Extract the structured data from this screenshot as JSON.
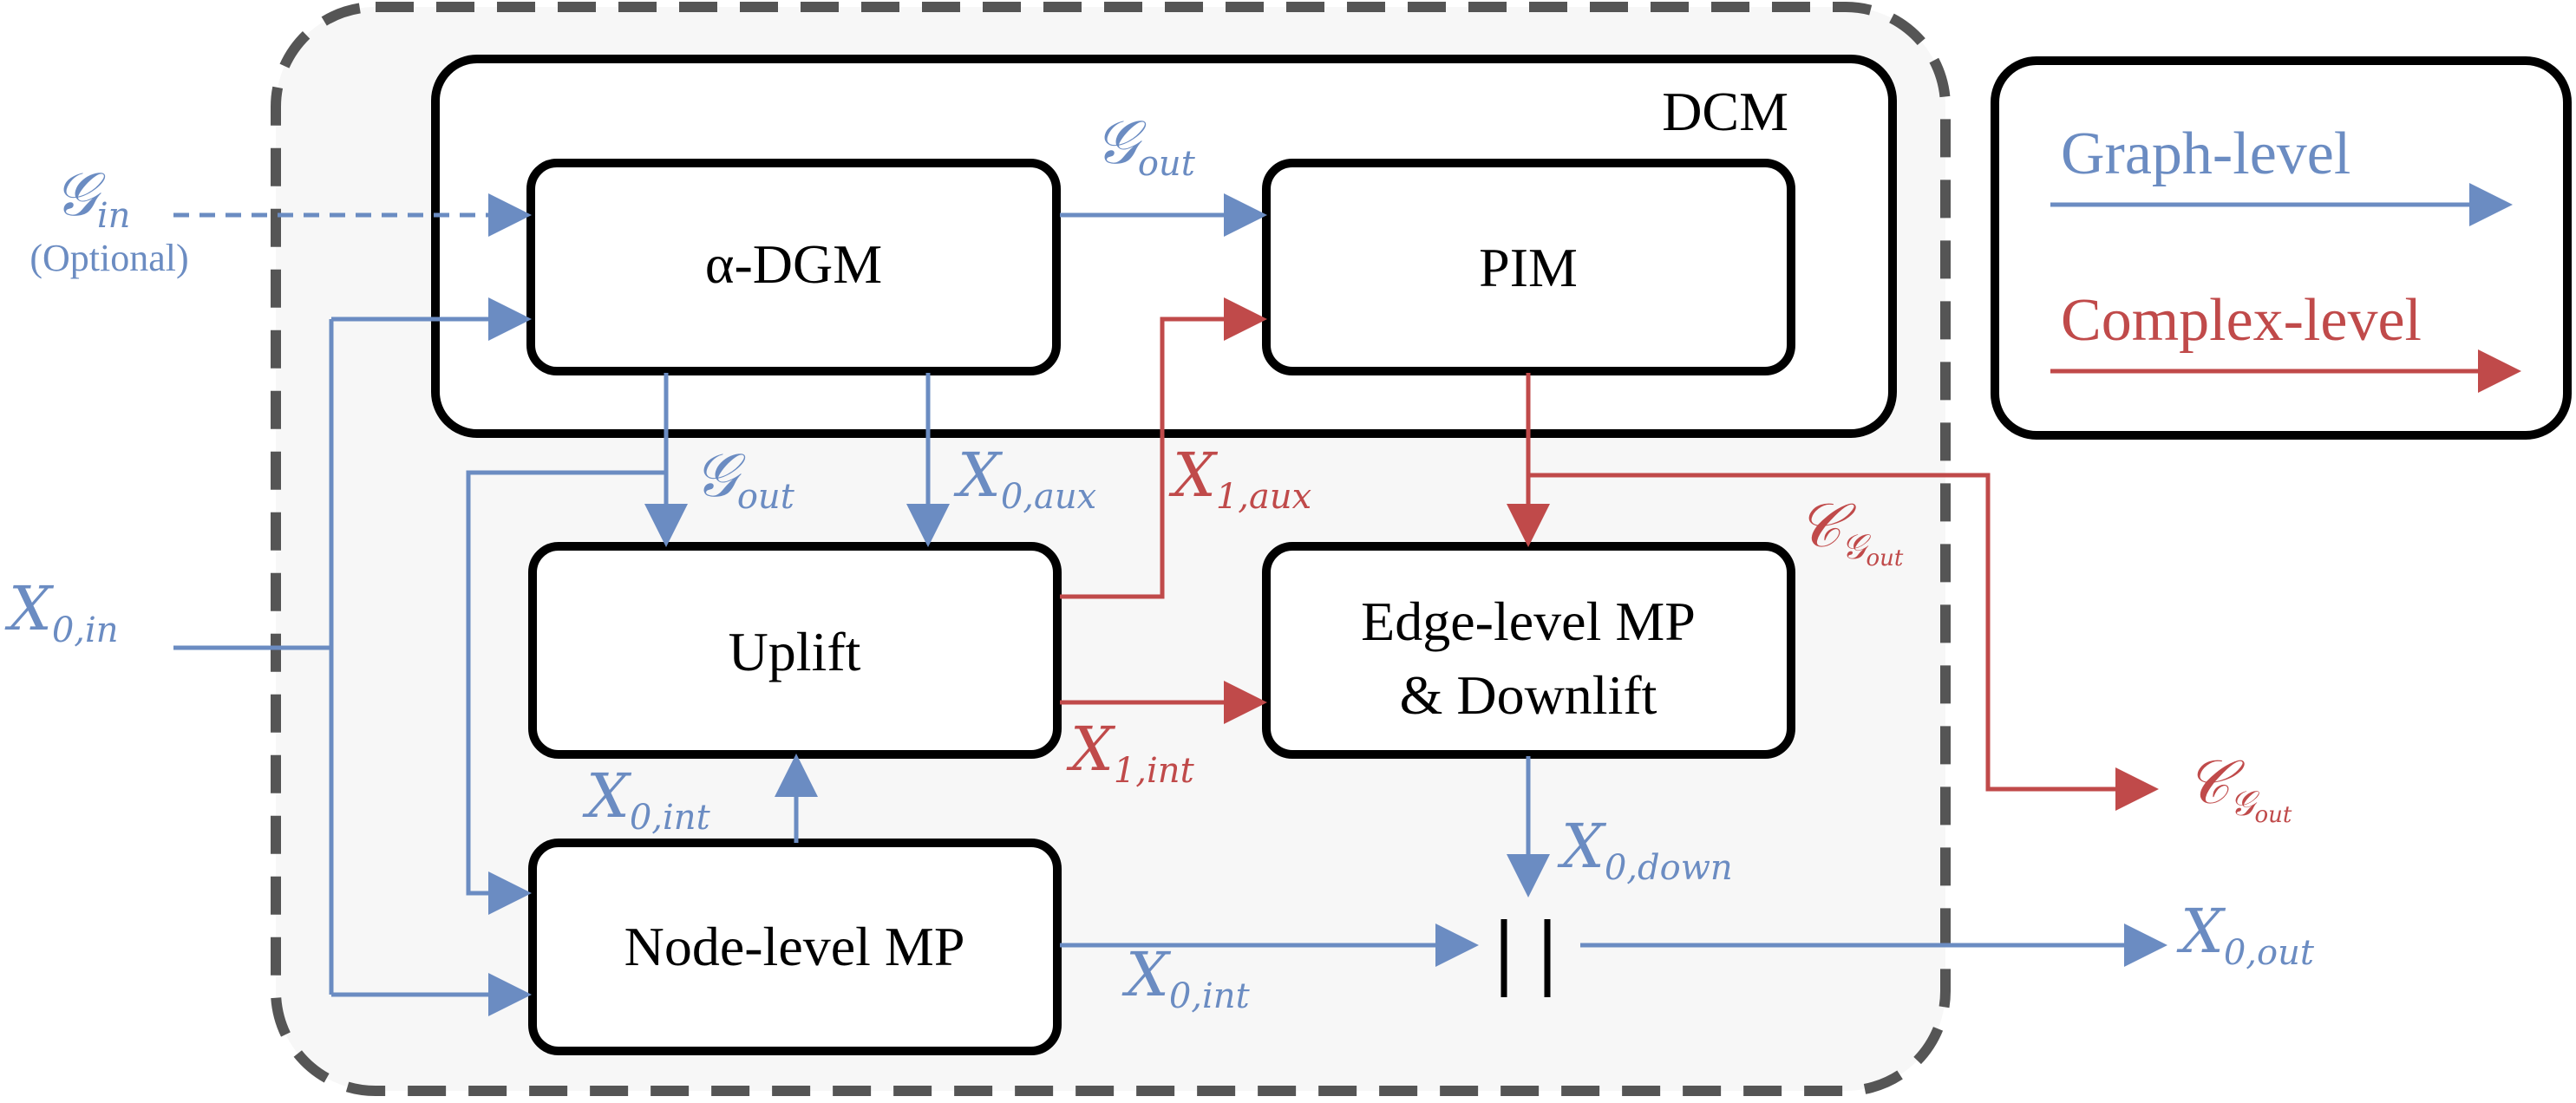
{
  "colors": {
    "graph_level": "#6b8cc2",
    "complex_level": "#c04a4a",
    "outer_fill": "#f7f7f7",
    "outer_stroke": "#555555"
  },
  "container": {
    "title": "DCM"
  },
  "blocks": {
    "dgm": "α-DGM",
    "pim": "PIM",
    "uplift": "Uplift",
    "edge_mp_line1": "Edge-level MP",
    "edge_mp_line2": "& Downlift",
    "node_mp": "Node-level MP"
  },
  "symbols": {
    "G": "𝒢",
    "C": "𝒞",
    "X": "X"
  },
  "subscripts": {
    "in": "in",
    "out": "out",
    "0_in": "0,in",
    "0_aux": "0,aux",
    "1_aux": "1,aux",
    "1_int": "1,int",
    "0_int": "0,int",
    "0_down": "0,down",
    "0_out": "0,out"
  },
  "optional_note": "(Optional)",
  "legend": {
    "graph_level": "Graph-level",
    "complex_level": "Complex-level"
  }
}
